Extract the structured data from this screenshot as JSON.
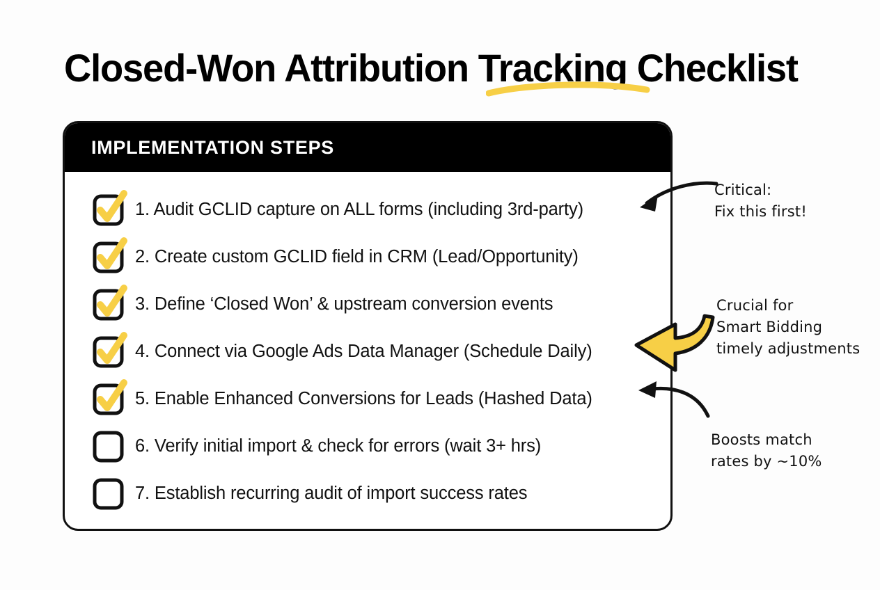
{
  "page": {
    "title": "Closed-Won Attribution Tracking Checklist",
    "background_color": "#fdfdfd",
    "accent_color": "#f7cf46",
    "ink_color": "#111111"
  },
  "card": {
    "header_label": "IMPLEMENTATION STEPS",
    "header_background": "#000000",
    "header_text_color": "#ffffff",
    "border_color": "#111111"
  },
  "checklist": {
    "items": [
      {
        "number": "1.",
        "text": "1. Audit GCLID capture on ALL forms (including 3rd-party)",
        "checked": true
      },
      {
        "number": "2.",
        "text": "2. Create custom GCLID field in CRM (Lead/Opportunity)",
        "checked": true
      },
      {
        "number": "3.",
        "text": "3. Define ‘Closed Won’ & upstream conversion events",
        "checked": true
      },
      {
        "number": "4.",
        "text": "4. Connect via Google Ads Data Manager (Schedule Daily)",
        "checked": true
      },
      {
        "number": "5.",
        "text": "5. Enable Enhanced Conversions for Leads (Hashed Data)",
        "checked": true
      },
      {
        "number": "6.",
        "text": "6. Verify initial import & check for errors (wait 3+ hrs)",
        "checked": false
      },
      {
        "number": "7.",
        "text": "7. Establish recurring audit of import success rates",
        "checked": false
      }
    ]
  },
  "annotations": [
    {
      "id": "critical",
      "text": "Critical:\nFix this first!",
      "arrow": "curved-arrow-left",
      "target_item": 1
    },
    {
      "id": "crucial",
      "text": "Crucial for\nSmart Bidding\ntimely adjustments",
      "arrow": "big-yellow-arrow-left",
      "target_item": 4
    },
    {
      "id": "boosts",
      "text": "Boosts match\nrates by ~10%",
      "arrow": "curved-arrow-left",
      "target_item": 5
    }
  ]
}
